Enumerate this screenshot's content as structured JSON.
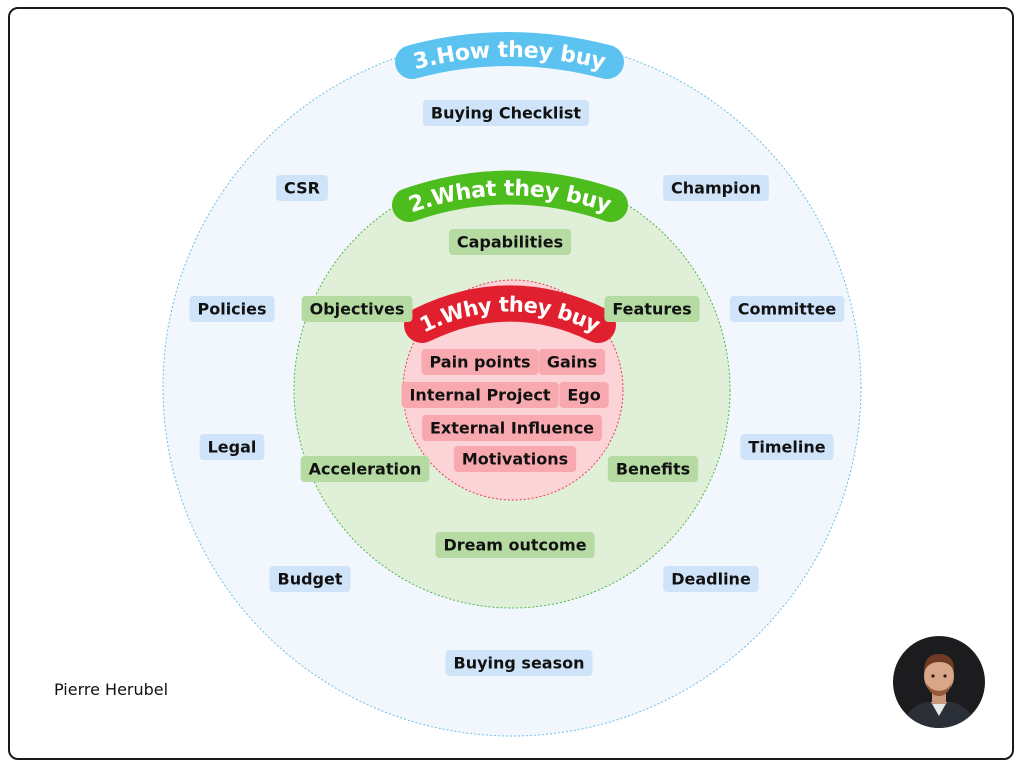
{
  "author": "Pierre Herubel",
  "colors": {
    "outer_fill": "#f1f7fd",
    "outer_stroke": "#6fbfe8",
    "outer_tag": "#cfe4f8",
    "outer_banner": "#5cc3f1",
    "middle_fill": "#e0efd8",
    "middle_stroke": "#4cb84a",
    "middle_tag": "#b5dba3",
    "middle_banner": "#4cbd1c",
    "inner_fill": "#fcd3d6",
    "inner_stroke": "#e8404f",
    "inner_tag": "#f8a9af",
    "inner_banner": "#e1202f"
  },
  "rings": [
    {
      "id": "outer",
      "title": "3.How they buy",
      "items": [
        "Buying Checklist",
        "CSR",
        "Champion",
        "Policies",
        "Committee",
        "Legal",
        "Timeline",
        "Budget",
        "Deadline",
        "Buying season"
      ]
    },
    {
      "id": "middle",
      "title": "2.What they buy",
      "items": [
        "Capabilities",
        "Objectives",
        "Features",
        "Acceleration",
        "Benefits",
        "Dream outcome"
      ]
    },
    {
      "id": "inner",
      "title": "1.Why they buy",
      "items": [
        "Pain points",
        "Gains",
        "Internal Project",
        "Ego",
        "External Influence",
        "Motivations"
      ]
    }
  ],
  "avatar_icon": "person-portrait-icon"
}
